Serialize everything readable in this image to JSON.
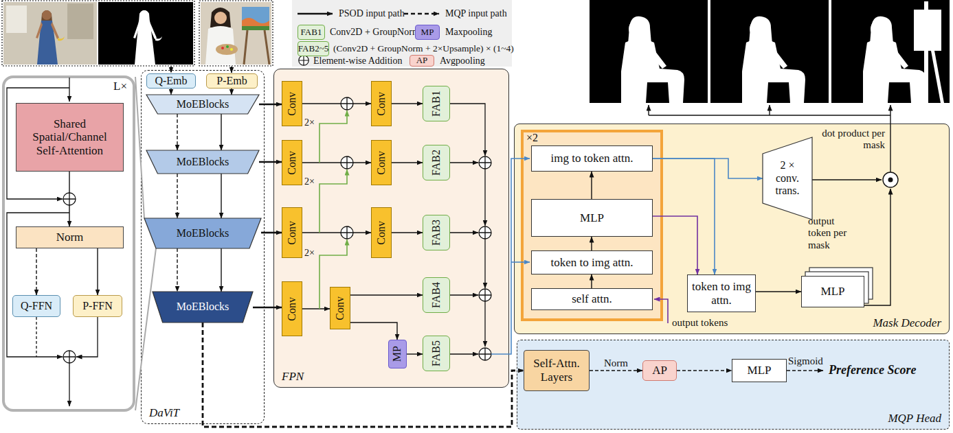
{
  "diagram": {
    "nodes": [
      {
        "text": [
          "DaViT"
        ]
      },
      {
        "text": [
          "Q-Emb"
        ],
        "in": 0
      },
      {
        "text": [
          "P-Emb"
        ],
        "in": 0
      },
      {
        "text": [
          "MoEBlocks"
        ],
        "in": 0
      },
      {
        "text": [
          "MoEBlocks"
        ],
        "in": 0
      },
      {
        "text": [
          "MoEBlocks"
        ],
        "in": 0
      },
      {
        "text": [
          "MoEBlocks"
        ],
        "in": 0
      },
      {
        "text": [
          "L×"
        ]
      },
      {
        "text": [
          "Shared Spatial/Channel Self-Attention"
        ],
        "in": 7
      },
      {
        "text": [
          "Norm"
        ],
        "in": 7
      },
      {
        "text": [
          "Q-FFN"
        ],
        "in": 7
      },
      {
        "text": [
          "P-FFN"
        ],
        "in": 7
      },
      {
        "text": [
          "FPN"
        ]
      },
      {
        "text": [
          "Conv"
        ],
        "in": 12
      },
      {
        "text": [
          "Conv"
        ],
        "in": 12
      },
      {
        "text": [
          "FAB1"
        ],
        "in": 12
      },
      {
        "text": [
          "Conv"
        ],
        "in": 12
      },
      {
        "text": [
          "Conv"
        ],
        "in": 12
      },
      {
        "text": [
          "FAB2"
        ],
        "in": 12
      },
      {
        "text": [
          "Conv"
        ],
        "in": 12
      },
      {
        "text": [
          "Conv"
        ],
        "in": 12
      },
      {
        "text": [
          "FAB3"
        ],
        "in": 12
      },
      {
        "text": [
          "Conv"
        ],
        "in": 12
      },
      {
        "text": [
          "Conv"
        ],
        "in": 12
      },
      {
        "text": [
          "FAB4"
        ],
        "in": 12
      },
      {
        "text": [
          "MP"
        ],
        "in": 12
      },
      {
        "text": [
          "FAB5"
        ],
        "in": 12
      },
      {
        "text": [
          "Mask Decoder"
        ]
      },
      {
        "text": [
          "×2"
        ],
        "in": 27
      },
      {
        "text": [
          "img to token attn."
        ],
        "in": 28
      },
      {
        "text": [
          "MLP"
        ],
        "in": 28
      },
      {
        "text": [
          "token to img attn."
        ],
        "in": 28
      },
      {
        "text": [
          "self attn."
        ],
        "in": 28
      },
      {
        "text": [
          "2 × conv. trans."
        ],
        "in": 27
      },
      {
        "text": [
          "token to img attn."
        ],
        "in": 27
      },
      {
        "text": [
          "MLP"
        ],
        "in": 27
      },
      {
        "text": [
          "MQP Head"
        ]
      },
      {
        "text": [
          "Self-Attn. Layers"
        ],
        "in": 36
      },
      {
        "text": [
          "AP"
        ],
        "in": 36
      },
      {
        "text": [
          "MLP"
        ],
        "in": 36
      }
    ],
    "edges": [
      {
        "from": 1,
        "to": 3,
        "arrow": "to"
      },
      {
        "from": 2,
        "to": 3,
        "arrow": "to"
      },
      {
        "from": 3,
        "to": 4,
        "arrow": "to"
      },
      {
        "from": 3,
        "to": 4,
        "arrow": "to"
      },
      {
        "from": 4,
        "to": 5,
        "arrow": "to"
      },
      {
        "from": 4,
        "to": 5,
        "arrow": "to"
      },
      {
        "from": 5,
        "to": 6,
        "arrow": "to"
      },
      {
        "from": 5,
        "to": 6,
        "arrow": "to"
      },
      {
        "from": 3,
        "to": 13,
        "arrow": "to"
      },
      {
        "from": 4,
        "to": 16,
        "arrow": "to"
      },
      {
        "from": 5,
        "to": 19,
        "arrow": "to"
      },
      {
        "from": 6,
        "to": 22,
        "arrow": "to"
      },
      {
        "from": 13,
        "to": 14,
        "arrow": "to"
      },
      {
        "from": 16,
        "to": 17,
        "arrow": "to"
      },
      {
        "from": 19,
        "to": 20,
        "arrow": "to"
      },
      {
        "from": 22,
        "to": 23,
        "arrow": "to"
      },
      {
        "from": 14,
        "to": 15,
        "arrow": "to"
      },
      {
        "from": 17,
        "to": 18,
        "arrow": "to"
      },
      {
        "from": 20,
        "to": 21,
        "arrow": "to"
      },
      {
        "from": 23,
        "to": 24,
        "arrow": "to"
      },
      {
        "from": 23,
        "to": 25,
        "arrow": "to"
      },
      {
        "from": 25,
        "to": 26,
        "arrow": "to"
      },
      {
        "from": 8,
        "to": 9,
        "arrow": "to"
      },
      {
        "from": 9,
        "to": 10,
        "arrow": "to"
      },
      {
        "from": 9,
        "to": 11,
        "arrow": "to"
      },
      {
        "from": 32,
        "to": 31,
        "arrow": "to"
      },
      {
        "from": 31,
        "to": 30,
        "arrow": "to"
      },
      {
        "from": 30,
        "to": 29,
        "arrow": "to"
      },
      {
        "from": 29,
        "to": 33,
        "arrow": "to"
      },
      {
        "from": 29,
        "to": 34,
        "arrow": "to"
      },
      {
        "from": 30,
        "to": 34,
        "arrow": "to"
      },
      {
        "from": 34,
        "to": 35,
        "arrow": "to"
      },
      {
        "from": 6,
        "to": 37,
        "arrow": "to"
      },
      {
        "from": 37,
        "to": 38,
        "arrow": "to",
        "label": "Norm"
      },
      {
        "from": 38,
        "to": 39,
        "arrow": "to"
      }
    ],
    "labels": [
      "2×",
      "2×",
      "2×",
      "output tokens",
      "output token per mask",
      "dot product per mask",
      "Sigmoid",
      "Preference Score",
      "FAB1",
      "MP",
      "FAB2~5",
      "AP"
    ],
    "legend": [
      {
        "text": "PSOD input path"
      },
      {
        "text": "MQP input path"
      },
      {
        "text": "Conv2D + GroupNorm",
        "color": "#e2f0d9"
      },
      {
        "text": "Maxpooling",
        "color": "#a99be8"
      },
      {
        "text": "(Conv2D + GroupNorm + 2×Upsample) × (1~4)",
        "color": "#e2f0d9"
      },
      {
        "text": "Element-wise Addition"
      },
      {
        "text": "Avgpooling",
        "color": "#f9d3cd"
      }
    ]
  }
}
